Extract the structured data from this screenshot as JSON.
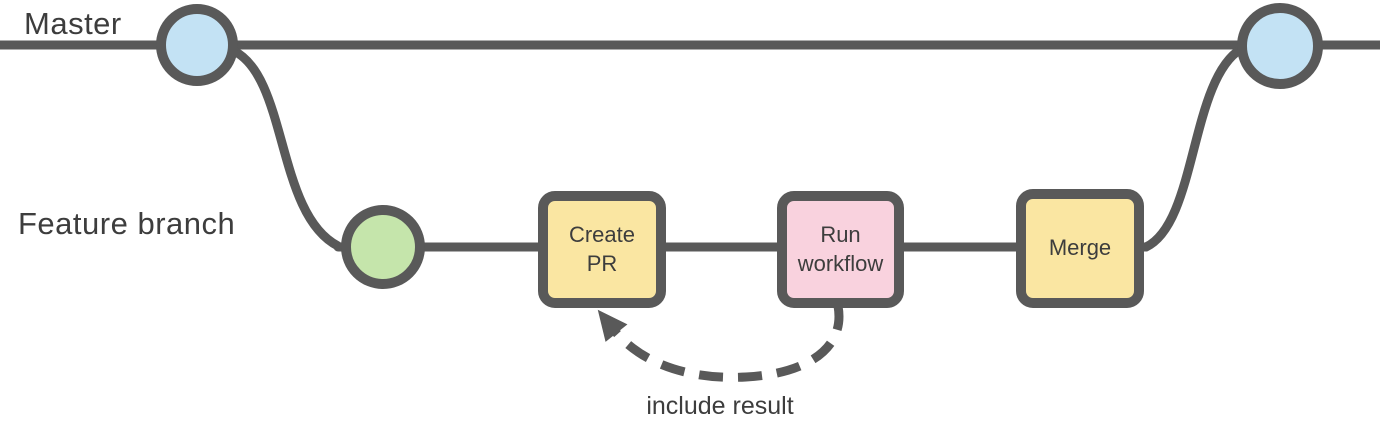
{
  "diagram": {
    "type": "git-branch-workflow",
    "labels": {
      "master_branch": "Master",
      "feature_branch": "Feature branch",
      "annotation": "include result"
    },
    "commits": [
      {
        "id": "master-commit-left",
        "branch": "master",
        "color": "#c3e2f4"
      },
      {
        "id": "feature-branch-commit",
        "branch": "feature",
        "color": "#c5e5ab"
      },
      {
        "id": "master-commit-right",
        "branch": "master",
        "color": "#c3e2f4"
      }
    ],
    "steps": [
      {
        "id": "create-pr",
        "label": "Create PR",
        "color": "#fae6a2"
      },
      {
        "id": "run-workflow",
        "label": "Run workflow",
        "color": "#f9d2de"
      },
      {
        "id": "merge",
        "label": "Merge",
        "color": "#fae6a2"
      }
    ],
    "edges": [
      {
        "id": "branch-out",
        "from": "master-commit-left",
        "to": "feature-branch-commit"
      },
      {
        "id": "merge-in",
        "from": "merge",
        "to": "master-commit-right"
      },
      {
        "id": "feedback",
        "from": "run-workflow",
        "to": "create-pr",
        "style": "dashed-arrow",
        "label": "include result"
      }
    ],
    "colors": {
      "line": "#595959",
      "text": "#3d3d3d",
      "background": "#ffffff"
    }
  }
}
